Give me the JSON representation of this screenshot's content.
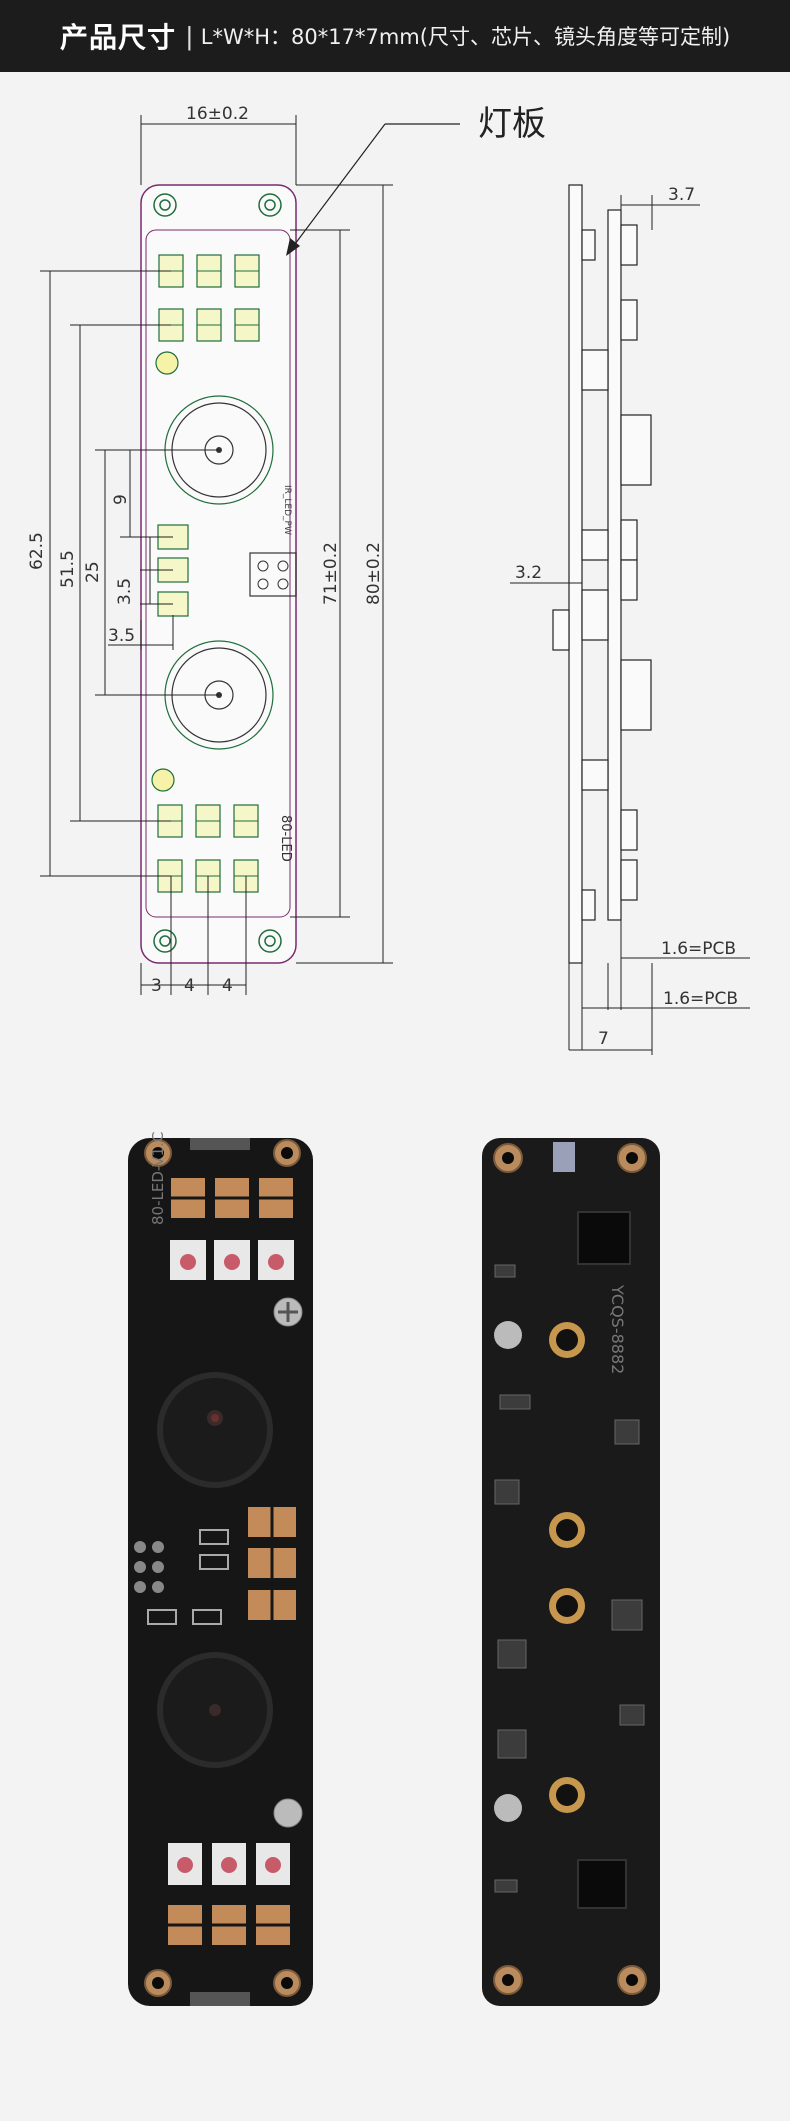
{
  "header": {
    "title": "产品尺寸",
    "separator": "|",
    "spec": "L*W*H：80*17*7mm(尺寸、芯片、镜头角度等可定制)"
  },
  "drawing": {
    "callout_label": "灯板",
    "width_dim": "16±0.2",
    "dim_62_5": "62.5",
    "dim_51_5": "51.5",
    "dim_25": "25",
    "dim_9": "9",
    "dim_3_5_a": "3.5",
    "dim_3_5_b": "3.5",
    "dim_71": "71±0.2",
    "dim_80": "80±0.2",
    "bottom_3": "3",
    "bottom_4a": "4",
    "bottom_4b": "4",
    "board_text_top": "IR_LED_PW",
    "board_text_bottom": "80-LED",
    "side_3_7": "3.7",
    "side_3_2": "3.2",
    "side_pcb1": "1.6=PCB",
    "side_pcb2": "1.6=PCB",
    "side_7": "7"
  },
  "photos": {
    "front_silk": "80-LED-V1.C",
    "back_silk": "YCQS-8882"
  }
}
